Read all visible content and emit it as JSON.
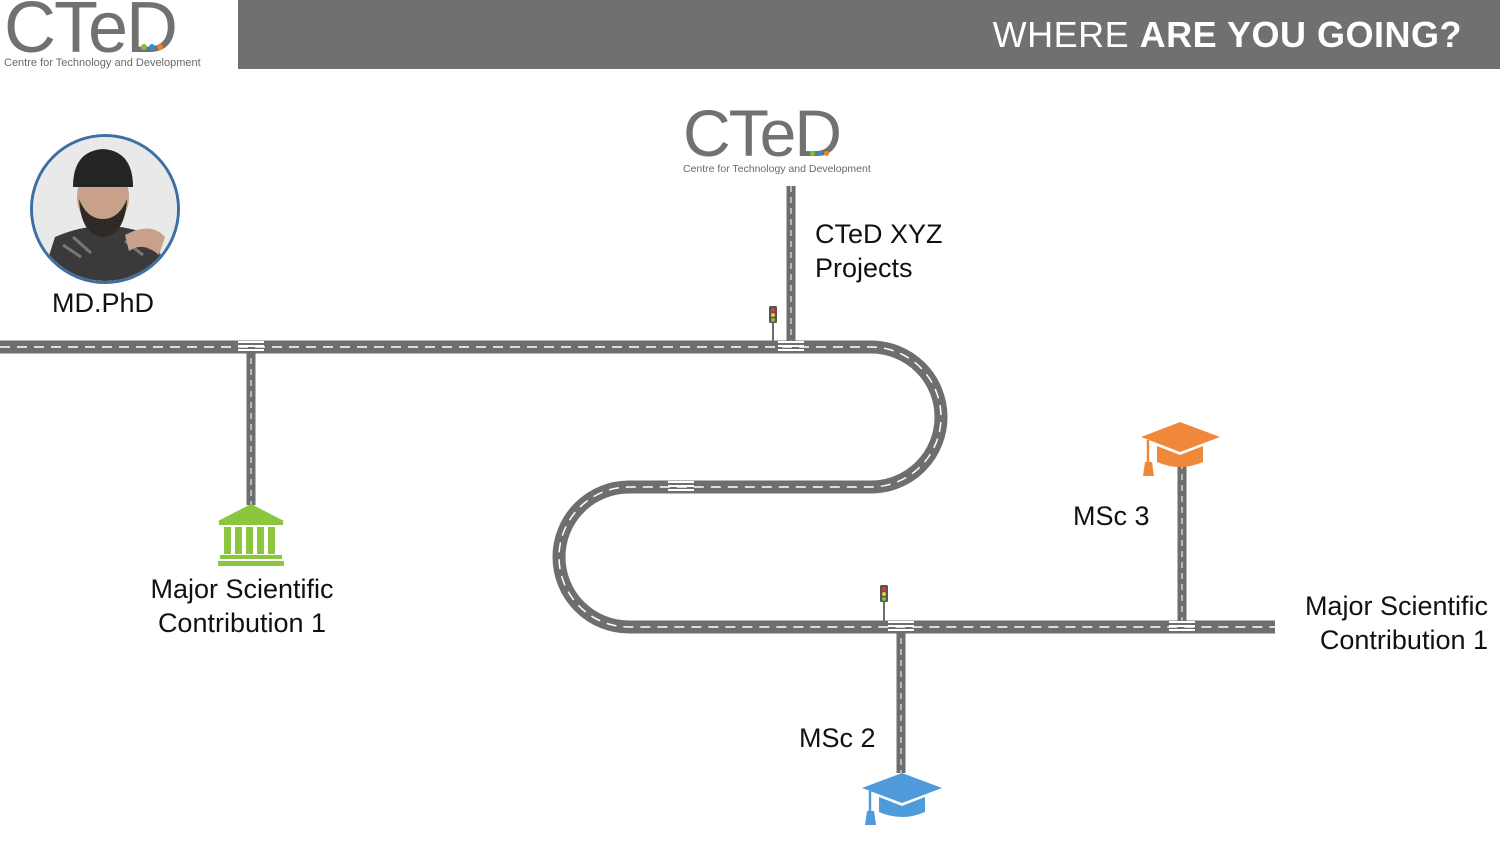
{
  "header": {
    "title_light": "WHERE ",
    "title_bold": "ARE YOU GOING?"
  },
  "logo": {
    "word": "CTeD",
    "tagline": "Centre for Technology and Development",
    "dot_colors": [
      "#7ac143",
      "#2d8fd5",
      "#f58220"
    ]
  },
  "nodes": {
    "person": {
      "label": "MD.PhD"
    },
    "top_center": {
      "line1": "CTeD XYZ",
      "line2": "Projects"
    },
    "left_branch": {
      "line1": "Major Scientific",
      "line2": "Contribution 1"
    },
    "msc3": {
      "label": "MSc 3"
    },
    "msc2": {
      "label": "MSc 2"
    },
    "right_end": {
      "line1": "Major Scientific",
      "line2": "Contribution 1"
    }
  },
  "colors": {
    "road": "#6e6e6e",
    "road_marking": "#ffffff",
    "institution_icon": "#8cc63f",
    "cap_orange": "#f0883c",
    "cap_blue": "#4f9ad9",
    "header_bg": "#707070",
    "avatar_border": "#3d6fa3"
  },
  "icons": {
    "institution": "bank-building-icon",
    "graduation": "graduation-cap-icon",
    "traffic_light": "traffic-light-icon"
  }
}
